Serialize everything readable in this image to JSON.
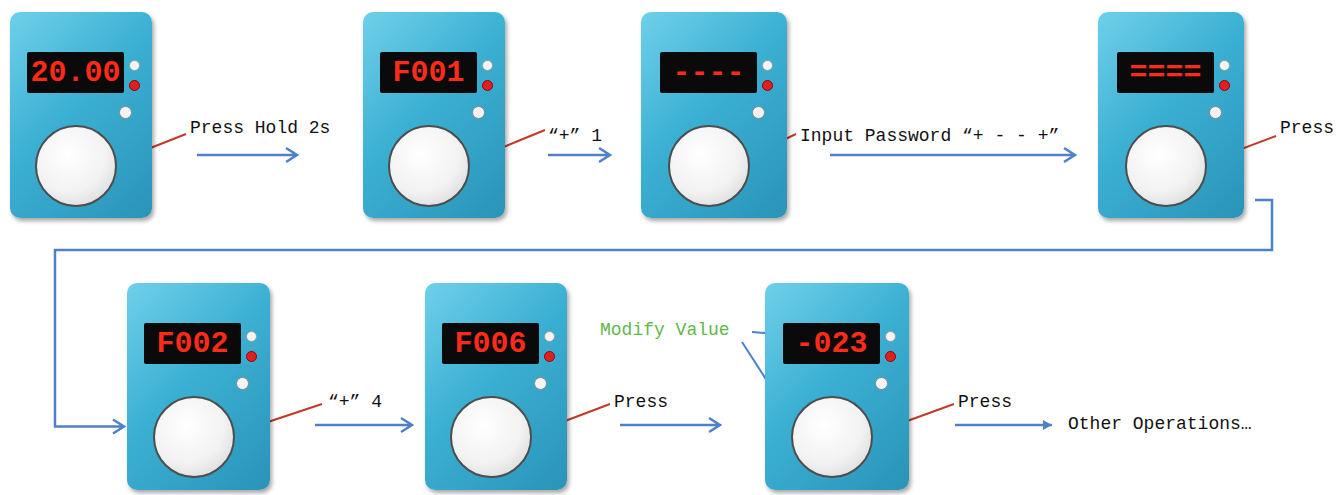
{
  "diagram": {
    "nodes": [
      {
        "text": [
          "20.00"
        ]
      },
      {
        "text": [
          "F001"
        ]
      },
      {
        "text": [
          "----"
        ]
      },
      {
        "text": [
          "===="
        ]
      },
      {
        "text": [
          "F002"
        ]
      },
      {
        "text": [
          "F006"
        ]
      },
      {
        "text": [
          "-023"
        ]
      }
    ],
    "edges": [
      {
        "from": 0,
        "to": 1,
        "label": "Press Hold 2s",
        "arrow": "to"
      },
      {
        "from": 1,
        "to": 2,
        "label": "“+” 1",
        "arrow": "to"
      },
      {
        "from": 2,
        "to": 3,
        "label": "Input Password “+ - - +”",
        "arrow": "to"
      },
      {
        "from": 3,
        "to": 4,
        "label": "Press",
        "arrow": "to"
      },
      {
        "from": 4,
        "to": 5,
        "label": "“+” 4",
        "arrow": "to"
      },
      {
        "from": 5,
        "to": 6,
        "label": "Press",
        "arrow": "to"
      }
    ],
    "labels": [
      "Modify Value",
      "Press",
      "Other Operations…"
    ]
  }
}
